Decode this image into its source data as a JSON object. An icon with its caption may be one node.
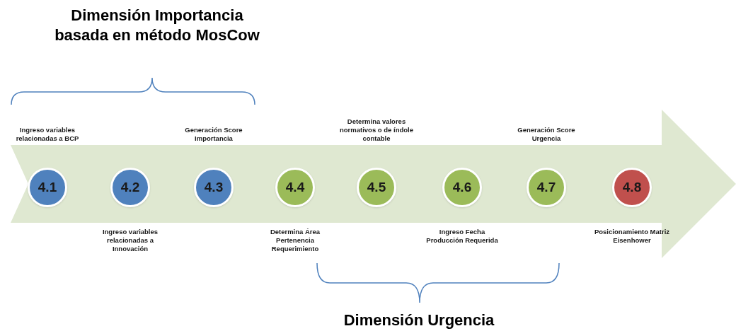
{
  "diagram": {
    "nodes": [
      {
        "text": [
          "4.1"
        ],
        "beside": [
          "Ingreso variables relacionadas a BCP"
        ]
      },
      {
        "text": [
          "4.2"
        ],
        "beside": [
          "Ingreso variables relacionadas a Innovación"
        ]
      },
      {
        "text": [
          "4.3"
        ],
        "beside": [
          "Generación Score Importancia"
        ]
      },
      {
        "text": [
          "4.4"
        ],
        "beside": [
          "Determina Área Pertenencia Requerimiento"
        ]
      },
      {
        "text": [
          "4.5"
        ],
        "beside": [
          "Determina valores normativos o de índole contable"
        ]
      },
      {
        "text": [
          "4.6"
        ],
        "beside": [
          "Ingreso Fecha Producción Requerida"
        ]
      },
      {
        "text": [
          "4.7"
        ],
        "beside": [
          "Generación Score Urgencia"
        ]
      },
      {
        "text": [
          "4.8"
        ],
        "beside": [
          "Posicionamiento Matriz Eisenhower"
        ]
      }
    ],
    "labels": [
      "Dimensión Importancia basada en método MosCow",
      "Dimensión Urgencia"
    ]
  }
}
